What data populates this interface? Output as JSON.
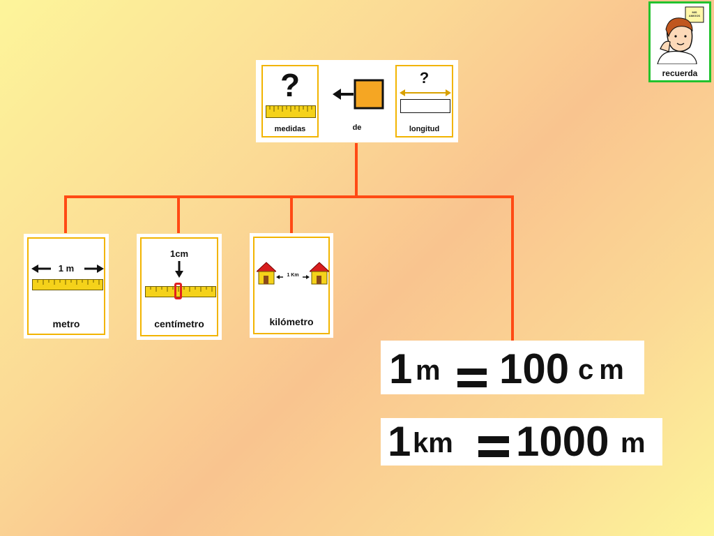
{
  "concept": {
    "medidas_label": "medidas",
    "de_label": "de",
    "longitud_label": "longitud",
    "question_mark": "?"
  },
  "units": {
    "metro": {
      "label": "metro",
      "caption": "1 m"
    },
    "centimetro": {
      "label": "centímetro",
      "caption": "1cm"
    },
    "kilometro": {
      "label": "kilómetro",
      "caption": "1 Km"
    }
  },
  "reminder": {
    "label": "recuerda",
    "note": "MIS AMIGOS"
  },
  "equations": [
    {
      "left_num": "1",
      "left_unit": "m",
      "sign": "=",
      "right_num": "100",
      "right_unit": "cm"
    },
    {
      "left_num": "1",
      "left_unit": "km",
      "sign": "=",
      "right_num": "1000",
      "right_unit": "m"
    }
  ],
  "colors": {
    "connector": "#ff4a14",
    "card_border": "#f2b400",
    "ruler": "#f5d21a",
    "reminder_border": "#22c22e"
  }
}
